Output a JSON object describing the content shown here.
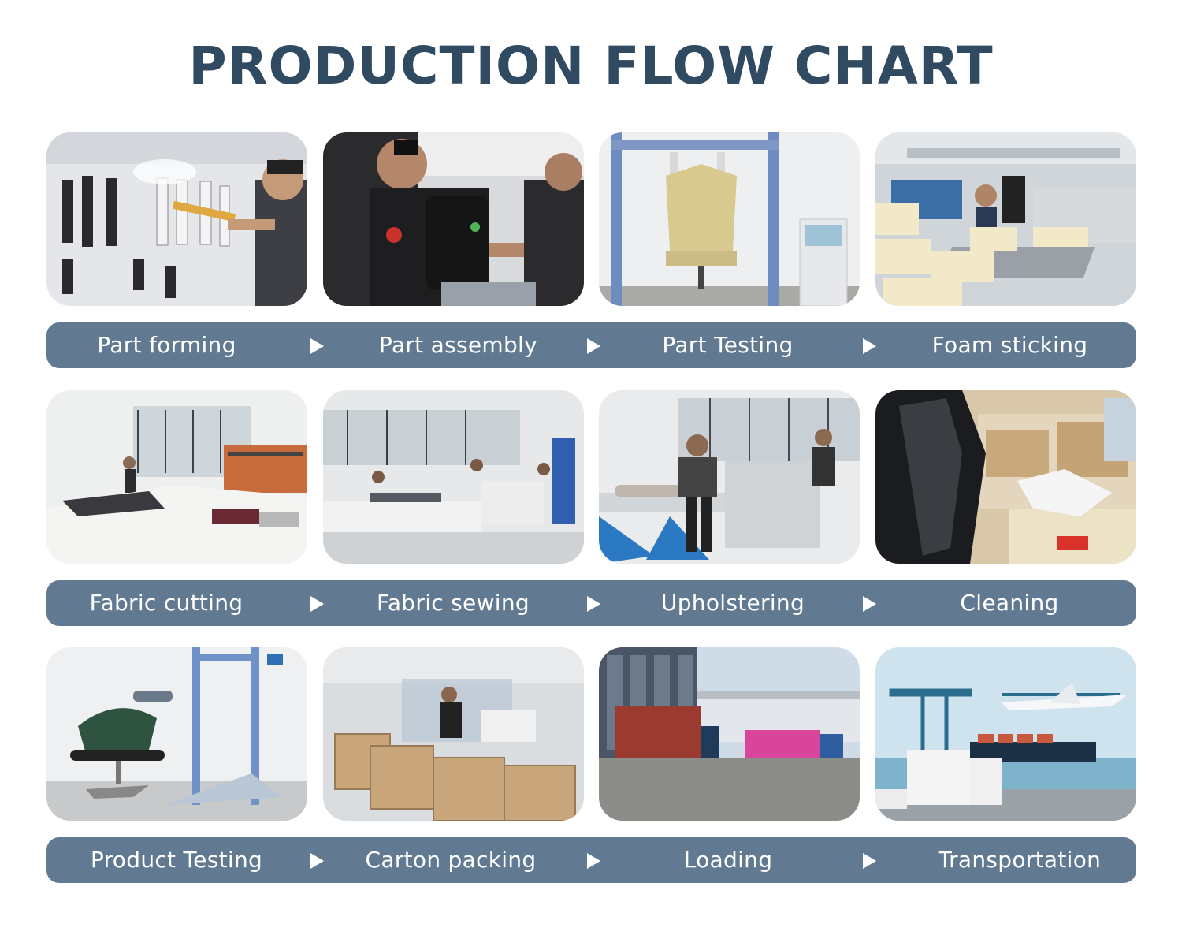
{
  "title": "PRODUCTION FLOW CHART",
  "colors": {
    "title": "#2f4a61",
    "bar": "#617a92",
    "label": "#ffffff"
  },
  "rows": [
    {
      "steps": [
        {
          "label": "Part forming",
          "image": "spray-painting-photo"
        },
        {
          "label": "Part assembly",
          "image": "worker-assembly-photo"
        },
        {
          "label": "Part Testing",
          "image": "chair-test-rig-photo"
        },
        {
          "label": "Foam sticking",
          "image": "foam-conveyor-photo"
        }
      ]
    },
    {
      "steps": [
        {
          "label": "Fabric cutting",
          "image": "cutting-table-photo"
        },
        {
          "label": "Fabric sewing",
          "image": "sewing-workshop-photo"
        },
        {
          "label": "Upholstering",
          "image": "upholstery-workshop-photo"
        },
        {
          "label": "Cleaning",
          "image": "cleaning-closeup-photo"
        }
      ]
    },
    {
      "steps": [
        {
          "label": "Product Testing",
          "image": "product-test-rig-photo"
        },
        {
          "label": "Carton packing",
          "image": "carton-packing-photo"
        },
        {
          "label": "Loading",
          "image": "container-trucks-photo"
        },
        {
          "label": "Transportation",
          "image": "port-ship-plane-photo"
        }
      ]
    }
  ]
}
